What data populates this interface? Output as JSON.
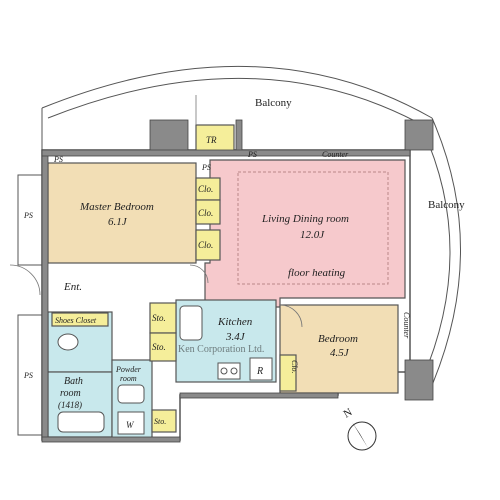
{
  "colors": {
    "bedroom": "#f2deb5",
    "living": "#f6c9cc",
    "wet": "#c8e8ec",
    "storage": "#f5ee9a",
    "wall": "#8a8a8a",
    "outline": "#555555"
  },
  "labels": {
    "balcony_top": "Balcony",
    "balcony_right": "Balcony",
    "master_bedroom": "Master Bedroom",
    "master_bedroom_size": "6.1J",
    "living_dining": "Living Dining room",
    "living_dining_size": "12.0J",
    "floor_heating": "floor heating",
    "kitchen": "Kitchen",
    "kitchen_size": "3.4J",
    "bedroom": "Bedroom",
    "bedroom_size": "4.5J",
    "entrance": "Ent.",
    "shoes_closet": "Shoes Closet",
    "bathroom": "Bath",
    "bathroom_line2": "room",
    "bathroom_size": "(1418)",
    "powder_room": "Powder",
    "powder_room_line2": "room",
    "washer": "W",
    "counter_top": "Counter",
    "counter_right": "Counter",
    "trunk_room": "TR",
    "refrigerator": "R",
    "ps_1": "PS",
    "ps_2": "PS",
    "ps_3": "PS",
    "ps_4": "PS",
    "ps_5": "PS",
    "closet_1": "Clo.",
    "closet_2": "Clo.",
    "closet_3": "Clo.",
    "closet_4": "Clo.",
    "storage_1": "Sto.",
    "storage_2": "Sto.",
    "storage_3": "Sto.",
    "north": "N",
    "watermark": "Ken Corporation Ltd."
  }
}
